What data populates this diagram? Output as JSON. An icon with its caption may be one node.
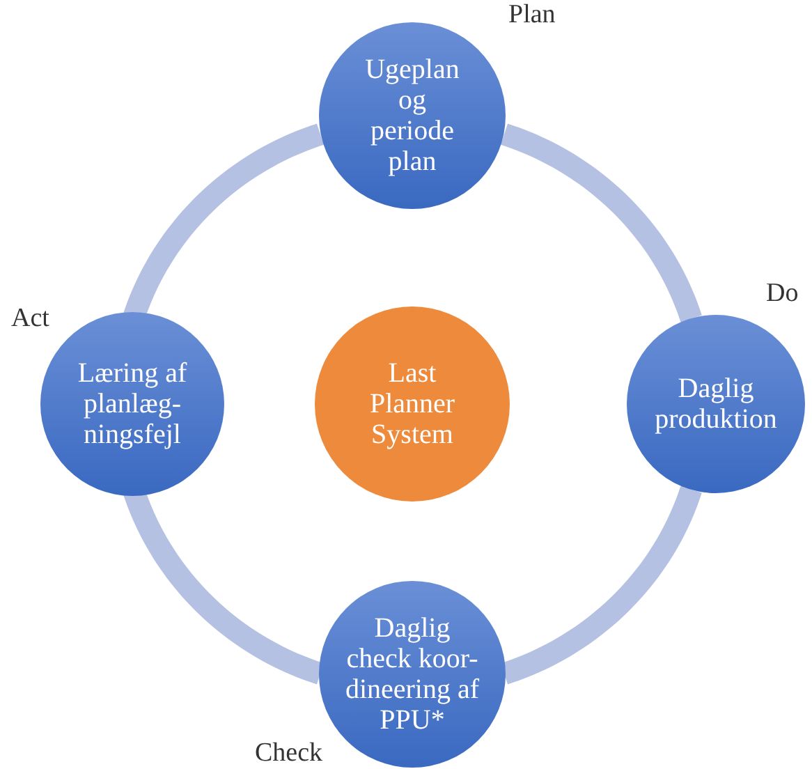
{
  "diagram": {
    "nodes": [
      {
        "text": [
          "Ugeplan og periode plan"
        ],
        "beside": [
          "Plan"
        ]
      },
      {
        "text": [
          "Læring af planlæg- ningsfejl"
        ],
        "beside": [
          "Act"
        ]
      },
      {
        "text": [
          "Last Planner System"
        ]
      },
      {
        "text": [
          "Daglig produktion"
        ],
        "beside": [
          "Do"
        ]
      },
      {
        "text": [
          "Daglig check koor- dineering af PPU*"
        ],
        "beside": [
          "Check"
        ]
      }
    ],
    "edges": [
      {
        "from": 0,
        "to": 3,
        "arrow": "none"
      },
      {
        "from": 3,
        "to": 4,
        "arrow": "none"
      },
      {
        "from": 4,
        "to": 1,
        "arrow": "none"
      },
      {
        "from": 1,
        "to": 0,
        "arrow": "none"
      }
    ]
  }
}
